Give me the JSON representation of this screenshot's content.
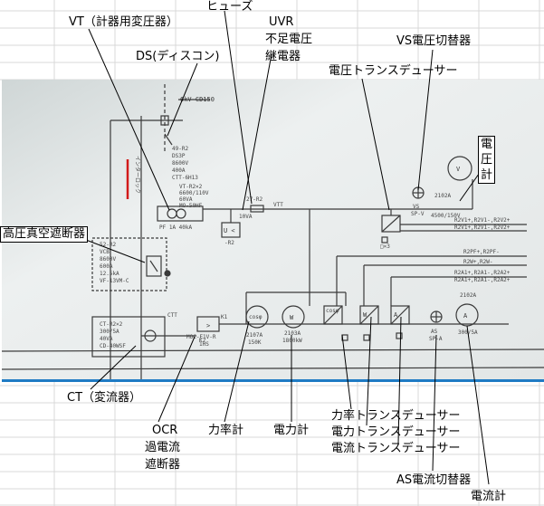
{
  "labels": {
    "vt": "VT（計器用変圧器）",
    "fuse": "ヒューズ",
    "uvr_title": "UVR",
    "uvr_sub1": "不足電圧",
    "uvr_sub2": "継電器",
    "ds": "DS(ディスコン)",
    "vs": "VS電圧切替器",
    "voltage_transducer": "電圧トランスデューサー",
    "voltmeter_1": "電",
    "voltmeter_2": "圧",
    "voltmeter_3": "計",
    "vcb": "高圧真空遮断器",
    "ct": "CT（変流器）",
    "ocr_1": "OCR",
    "ocr_2": "過電流",
    "ocr_3": "遮断器",
    "pf_meter": "力率計",
    "power_meter": "電力計",
    "pf_transducer": "力率トランスデューサー",
    "power_transducer": "電力トランスデューサー",
    "current_transducer": "電流トランスデューサー",
    "as_switch": "AS電流切替器",
    "ammeter": "電流計"
  },
  "photo_text": {
    "top_bus": "6kV CD150",
    "ds_spec_1": "49-R2",
    "ds_spec_2": "DS3P",
    "ds_spec_3": "8600V",
    "ds_spec_4": "400A",
    "ds_spec_5": "CTT-6H13",
    "vt_spec_1": "VT-R2×2",
    "vt_spec_2": "6600/110V",
    "vt_spec_3": "60VA",
    "vt_spec_4": "MO-50HF",
    "pf_spec": "PF 1A 40kA",
    "uvr_mark": "U <",
    "uvr_spec": "-R2",
    "fuse_spec": "27-R2",
    "vtt_tag": "VTT",
    "fuse_rating": "10VA",
    "vs_tag": "VS",
    "vs_spec": "SP-V",
    "vm_spec_1": "2102A",
    "vm_spec_2": "4500/150V",
    "vm_symbol": "V",
    "k3_tag": "□×3",
    "vcb_spec_1": "52-R2",
    "vcb_spec_2": "VCB",
    "vcb_spec_3": "8600V",
    "vcb_spec_4": "600A",
    "vcb_spec_5": "12.5kA",
    "vcb_spec_6": "VF-13VM-C",
    "ct_spec_1": "CT-R2×2",
    "ct_spec_2": "300/5A",
    "ct_spec_3": "40VA",
    "ct_spec_4": "CD-40WSF",
    "ctt_tag": "CTT",
    "ocr_mark": ">",
    "ocr_k1": "K1",
    "ocr_k2": "K2",
    "ocr_spec_1": "MOC-E1V-R",
    "ocr_spec_2": "1HS",
    "cos_symbol": "cosφ",
    "cos_spec_1": "2107A",
    "cos_spec_2": "150K",
    "w_symbol": "W",
    "w_spec_1": "2103A",
    "w_spec_2": "1800kW",
    "td_cos": "cosφ",
    "td_w": "W",
    "td_a": "A",
    "as_tag": "AS",
    "as_spec": "SP-A",
    "am_symbol": "A",
    "am_spec_1": "2102A",
    "am_spec_2": "300/5A",
    "inter_lock": "インターロック",
    "out_1": "R2V1+,R2V1-,R2V2+",
    "out_2": "R2V1+,R2V1-,R2V2+",
    "out_3": "R2PF+,R2PF-",
    "out_4": "R2W+,R2W-",
    "out_5": "R2A1+,R2A1-,R2A2+",
    "out_6": "R2A1+,R2A1-,R2A2+"
  },
  "colors": {
    "photo_bg": "#e9ecec",
    "ink": "#3a3a3a",
    "accent_line": "#1f7bc4",
    "red_mark": "#d21a1a",
    "grid": "#d9d9d9"
  }
}
